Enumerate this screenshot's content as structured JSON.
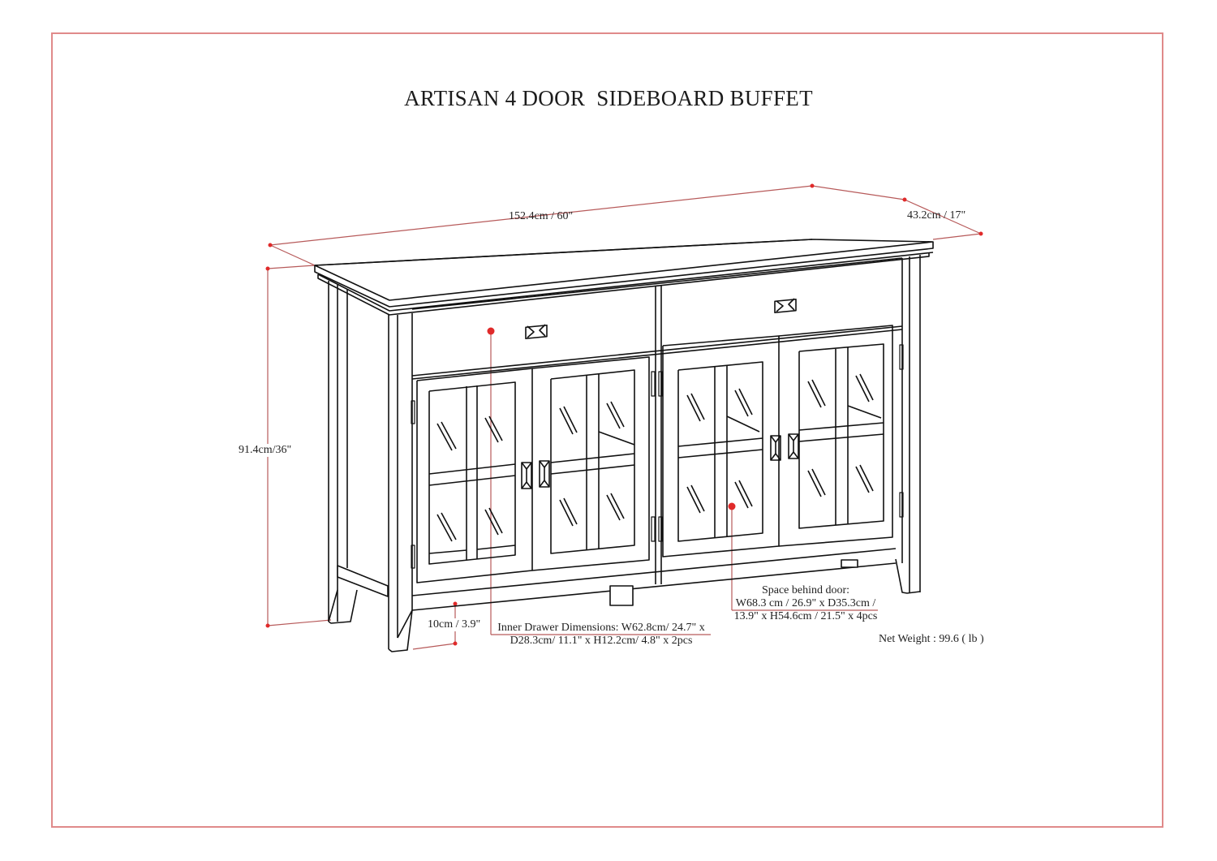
{
  "title": "ARTISAN 4 DOOR  SIDEBOARD BUFFET",
  "colors": {
    "frame_border": "#e08a8a",
    "dimension_line": "#b75a5a",
    "marker_dot": "#e02a2a",
    "drawing_line": "#111111"
  },
  "dimensions": {
    "width": "152.4cm / 60\"",
    "depth": "43.2cm / 17\"",
    "height": "91.4cm/36\"",
    "leg_clearance": "10cm / 3.9\""
  },
  "callouts": {
    "drawer": {
      "line1": "Inner Drawer Dimensions: W62.8cm/ 24.7\" x",
      "line2": "D28.3cm/ 11.1\" x H12.2cm/ 4.8\" x 2pcs"
    },
    "door": {
      "heading": "Space behind door:",
      "line1": "W68.3 cm / 26.9\" x D35.3cm /",
      "line2": "13.9\" x H54.6cm / 21.5\" x 4pcs"
    }
  },
  "net_weight": "Net Weight : 99.6 ( lb )",
  "product": {
    "drawers": 2,
    "glass_doors": 4
  }
}
